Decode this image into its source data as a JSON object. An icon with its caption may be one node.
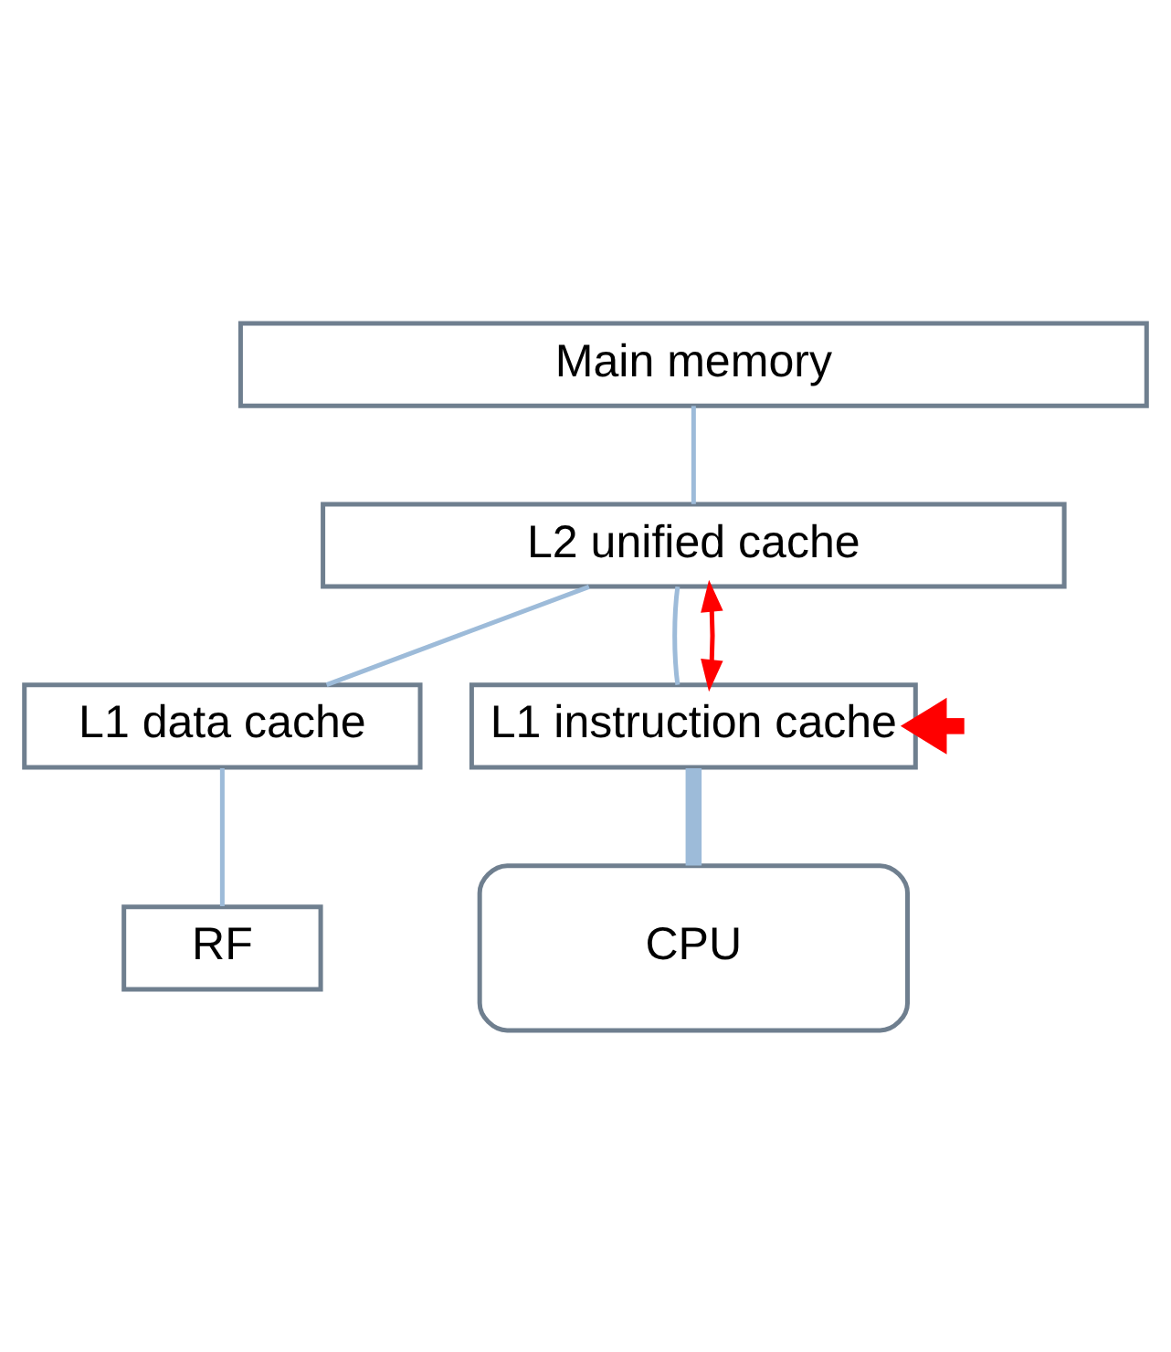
{
  "diagram": {
    "nodes": [
      {
        "text": [
          "Main memory"
        ]
      },
      {
        "text": [
          "L2 unified cache"
        ]
      },
      {
        "text": [
          "L1 data cache"
        ]
      },
      {
        "text": [
          "L1 instruction cache"
        ]
      },
      {
        "text": [
          "RF"
        ]
      },
      {
        "text": [
          "CPU"
        ]
      }
    ],
    "edges": [
      {
        "from": 0,
        "to": 1,
        "arrow": "none",
        "color": "#9dbbd9"
      },
      {
        "from": 1,
        "to": 2,
        "arrow": "none",
        "color": "#9dbbd9"
      },
      {
        "from": 1,
        "to": 3,
        "arrow": "none",
        "color": "#9dbbd9"
      },
      {
        "from": 2,
        "to": 4,
        "arrow": "none",
        "color": "#9dbbd9"
      },
      {
        "from": 3,
        "to": 5,
        "arrow": "none",
        "style": "thick",
        "color": "#9dbbd9"
      },
      {
        "from": 1,
        "to": 3,
        "arrow": "both",
        "color": "#ff0000"
      },
      {
        "from": null,
        "to": 3,
        "arrow": "to",
        "style": "thick",
        "color": "#ff0000"
      }
    ]
  }
}
